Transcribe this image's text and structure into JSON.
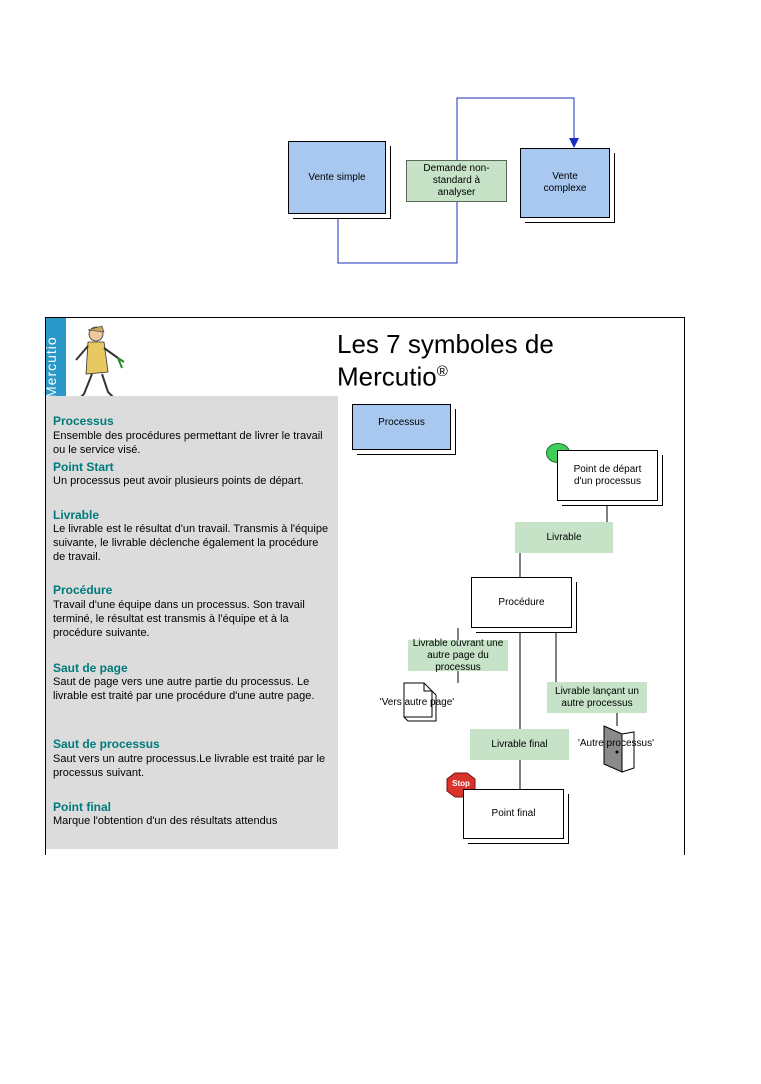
{
  "top_diagram": {
    "vente_simple": "Vente simple",
    "demande": "Demande non-standard à analyser",
    "vente_complexe": "Vente complexe"
  },
  "poster": {
    "vertical_brand": "Mercutio",
    "title_line1": "Les 7 symboles de",
    "title_line2": "Mercutio",
    "registered": "®",
    "sections": [
      {
        "title": "Processus",
        "text": "Ensemble des procédures permettant de livrer le travail ou le service visé."
      },
      {
        "title": "Point Start",
        "text": "Un processus peut avoir plusieurs points de départ."
      },
      {
        "title": "Livrable",
        "text": "Le livrable est le résultat d'un travail. Transmis à l'équipe suivante, le livrable déclenche également la procédure de travail."
      },
      {
        "title": "Procédure",
        "text": "Travail d'une équipe dans un processus. Son travail terminé, le résultat est transmis à l'équipe et à la procédure suivante."
      },
      {
        "title": "Saut de page",
        "text": "Saut de page vers une autre partie du processus. Le livrable est traité par une procédure d'une autre page."
      },
      {
        "title": "Saut de processus",
        "text": "Saut vers un autre processus.Le livrable est traité par le processus suivant."
      },
      {
        "title": "Point final",
        "text": "Marque l'obtention d'un des résultats attendus"
      }
    ],
    "diagram": {
      "processus": "Processus",
      "point_depart": "Point de départ d'un processus",
      "livrable": "Livrable",
      "procedure": "Procédure",
      "livrable_page": "Livrable ouvrant une autre page du processus",
      "vers_autre_page": "'Vers autre page'",
      "livrable_processus": "Livrable lançant un autre processus",
      "autre_processus": "'Autre processus'",
      "livrable_final": "Livrable final",
      "stop": "Stop",
      "point_final": "Point final"
    }
  },
  "colors": {
    "blue_box": "#a8c8f0",
    "green_box": "#c6e3c8",
    "panel_grey": "#dcdcdc",
    "teal_titles": "#007a7a",
    "connector_blue": "#1a2fbf",
    "stop_red": "#d9342b"
  }
}
